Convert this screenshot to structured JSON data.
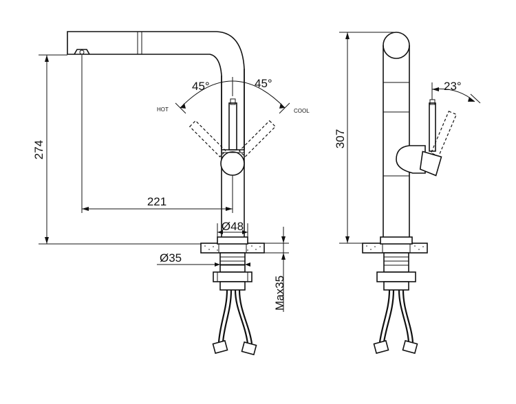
{
  "labels": {
    "height_front": "274",
    "reach": "221",
    "angle_left": "45°",
    "angle_right": "45°",
    "hot": "HOT",
    "cool": "COOL",
    "base_diameter": "Ø48",
    "hole_diameter": "Ø35",
    "max_thickness": "Max35",
    "height_side": "307",
    "handle_angle": "23°"
  }
}
